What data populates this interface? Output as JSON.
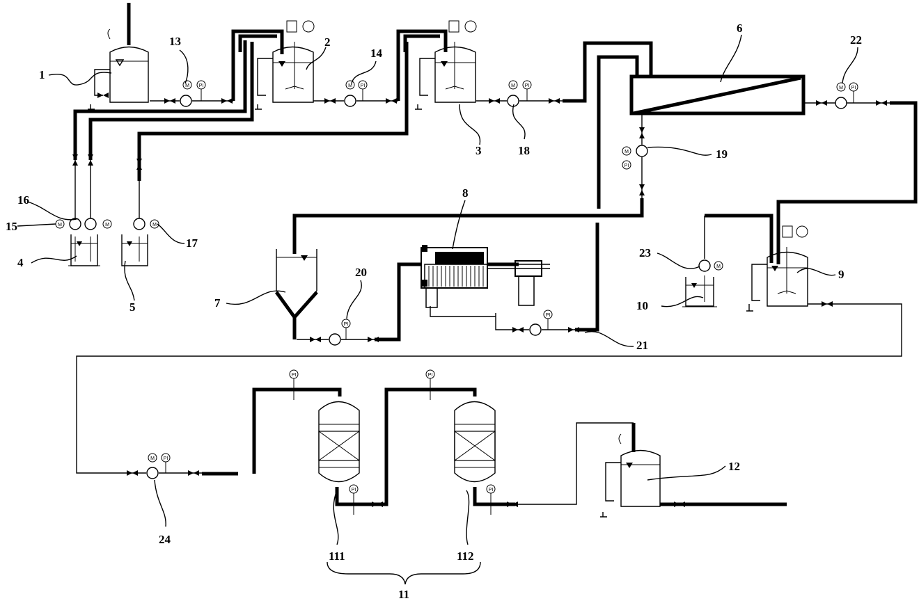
{
  "labels": {
    "l1": "1",
    "l2": "2",
    "l3": "3",
    "l4": "4",
    "l5": "5",
    "l6": "6",
    "l7": "7",
    "l8": "8",
    "l9": "9",
    "l10": "10",
    "l11": "11",
    "l12": "12",
    "l13": "13",
    "l14": "14",
    "l15": "15",
    "l16": "16",
    "l17": "17",
    "l18": "18",
    "l19": "19",
    "l20": "20",
    "l21": "21",
    "l22": "22",
    "l23": "23",
    "l24": "24",
    "l111": "111",
    "l112": "112"
  },
  "symbols": {
    "motor": "M",
    "pressure": "PI"
  }
}
